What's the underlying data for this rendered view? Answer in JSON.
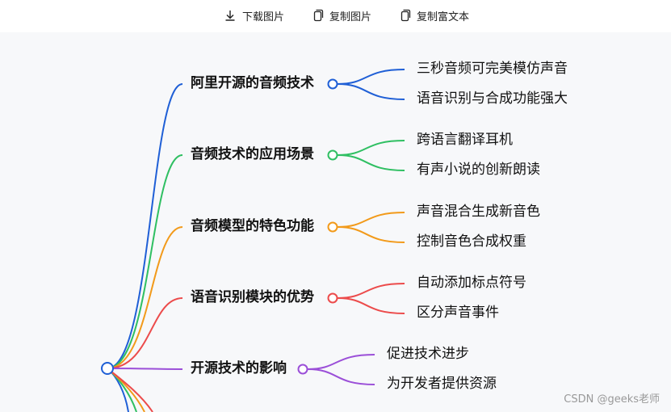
{
  "toolbar": {
    "download_label": "下载图片",
    "copy_image_label": "复制图片",
    "copy_rich_text_label": "复制富文本"
  },
  "mindmap": {
    "branches": [
      {
        "label": "阿里开源的音频技术",
        "color": "#1f5fd6",
        "children": [
          "三秒音频可完美模仿声音",
          "语音识别与合成功能强大"
        ]
      },
      {
        "label": "音频技术的应用场景",
        "color": "#2fbf62",
        "children": [
          "跨语言翻译耳机",
          "有声小说的创新朗读"
        ]
      },
      {
        "label": "音频模型的特色功能",
        "color": "#f29a1a",
        "children": [
          "声音混合生成新音色",
          "控制音色合成权重"
        ]
      },
      {
        "label": "语音识别模块的优势",
        "color": "#ec4b4b",
        "children": [
          "自动添加标点符号",
          "区分声音事件"
        ]
      },
      {
        "label": "开源技术的影响",
        "color": "#9b4fd8",
        "children": [
          "促进技术进步",
          "为开发者提供资源"
        ]
      }
    ]
  },
  "watermark": "CSDN @geeks老师"
}
